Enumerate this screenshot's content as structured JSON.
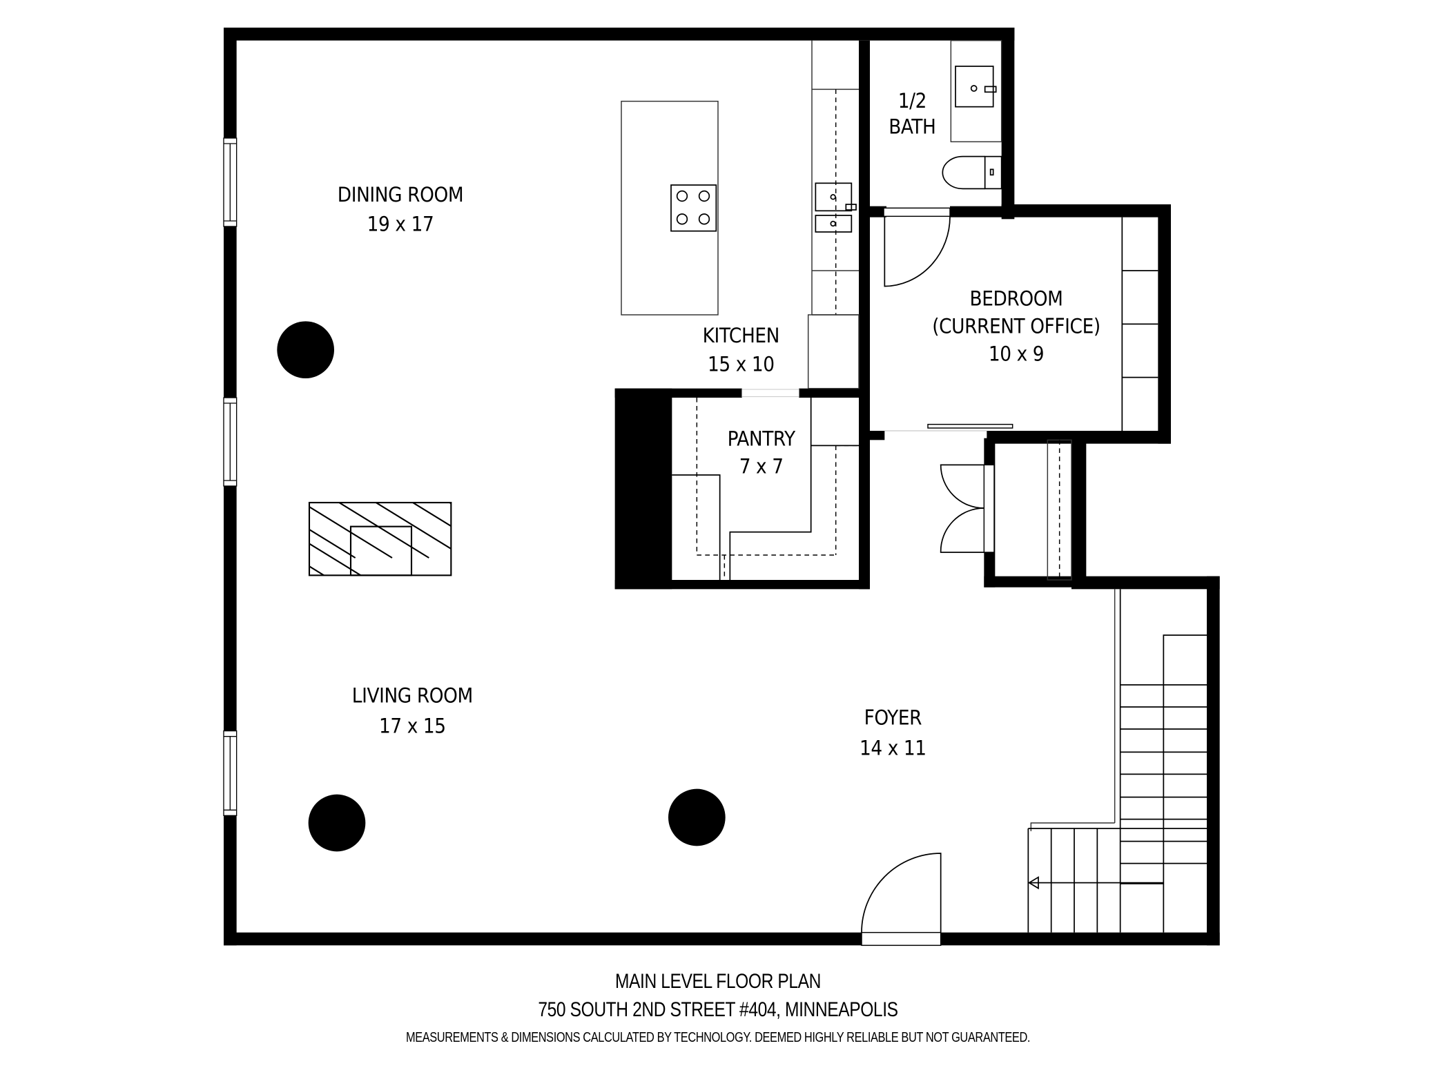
{
  "plan": {
    "colors": {
      "wall": "#000000",
      "background": "#ffffff",
      "line": "#000000"
    },
    "rooms": {
      "dining": {
        "name": "DINING ROOM",
        "size": "19 x 17"
      },
      "kitchen": {
        "name": "KITCHEN",
        "size": "15 x 10"
      },
      "half_bath": {
        "name_line1": "1/2",
        "name_line2": "BATH"
      },
      "bedroom": {
        "name_line1": "BEDROOM",
        "name_line2": "(CURRENT OFFICE)",
        "size": "10 x 9"
      },
      "pantry": {
        "name": "PANTRY",
        "size": "7 x 7"
      },
      "living": {
        "name": "LIVING ROOM",
        "size": "17 x 15"
      },
      "foyer": {
        "name": "FOYER",
        "size": "14 x 11"
      }
    },
    "fixtures": [
      "kitchen-island",
      "cooktop",
      "kitchen-sink",
      "bath-sink",
      "toilet",
      "fireplace",
      "staircase",
      "columns",
      "windows",
      "doors",
      "closet"
    ]
  },
  "caption": {
    "title": "MAIN LEVEL FLOOR PLAN",
    "address": "750 SOUTH 2ND STREET #404, MINNEAPOLIS",
    "disclaimer": "MEASUREMENTS & DIMENSIONS CALCULATED BY TECHNOLOGY. DEEMED HIGHLY RELIABLE BUT NOT GUARANTEED."
  }
}
